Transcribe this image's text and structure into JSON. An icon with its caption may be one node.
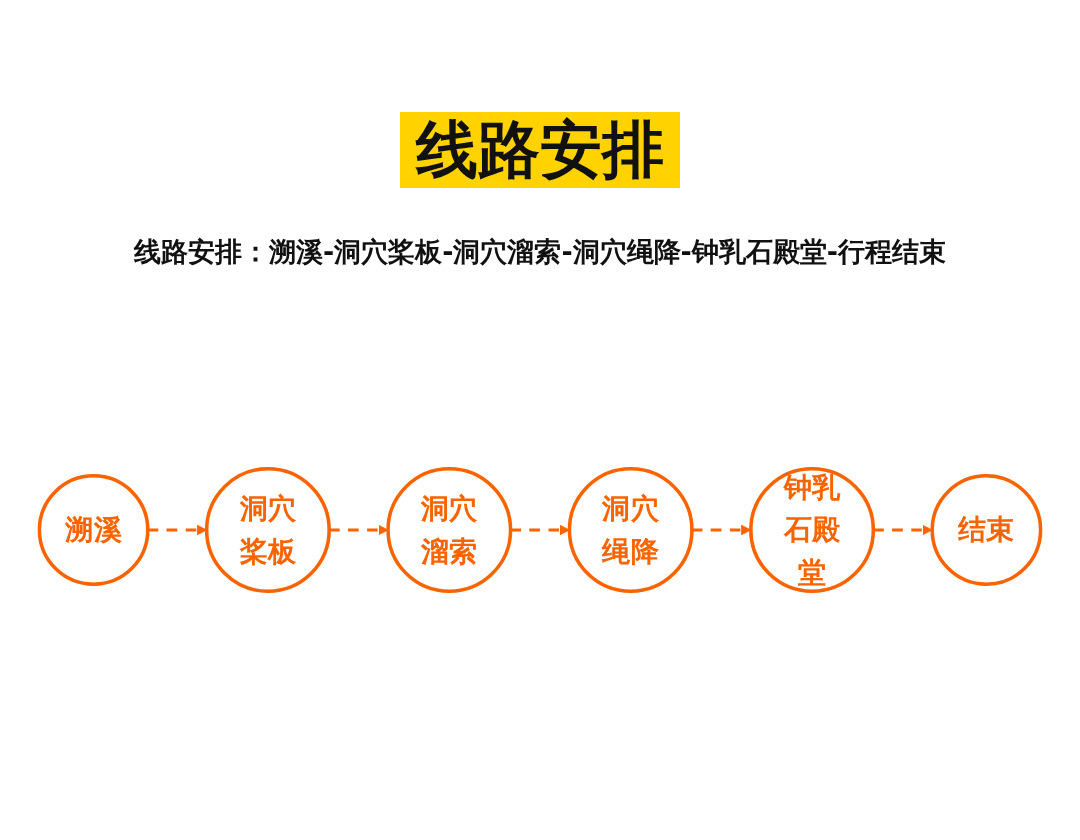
{
  "diagram": {
    "title": "线路安排",
    "nodes": [
      {
        "text": [
          "溯溪"
        ]
      },
      {
        "text": [
          "洞穴桨板"
        ]
      },
      {
        "text": [
          "洞穴溜索"
        ]
      },
      {
        "text": [
          "洞穴绳降"
        ]
      },
      {
        "text": [
          "钟乳石殿堂"
        ]
      },
      {
        "text": [
          "结束"
        ]
      }
    ],
    "edges": [
      {
        "from": 0,
        "to": 1,
        "arrow": "to",
        "style": "dashed"
      },
      {
        "from": 1,
        "to": 2,
        "arrow": "to",
        "style": "dashed"
      },
      {
        "from": 2,
        "to": 3,
        "arrow": "to",
        "style": "dashed"
      },
      {
        "from": 3,
        "to": 4,
        "arrow": "to",
        "style": "dashed"
      },
      {
        "from": 4,
        "to": 5,
        "arrow": "to",
        "style": "dashed"
      }
    ],
    "labels": [
      "线路安排：溯溪-洞穴桨板-洞穴溜索-洞穴绳降-钟乳石殿堂-行程结束"
    ]
  }
}
